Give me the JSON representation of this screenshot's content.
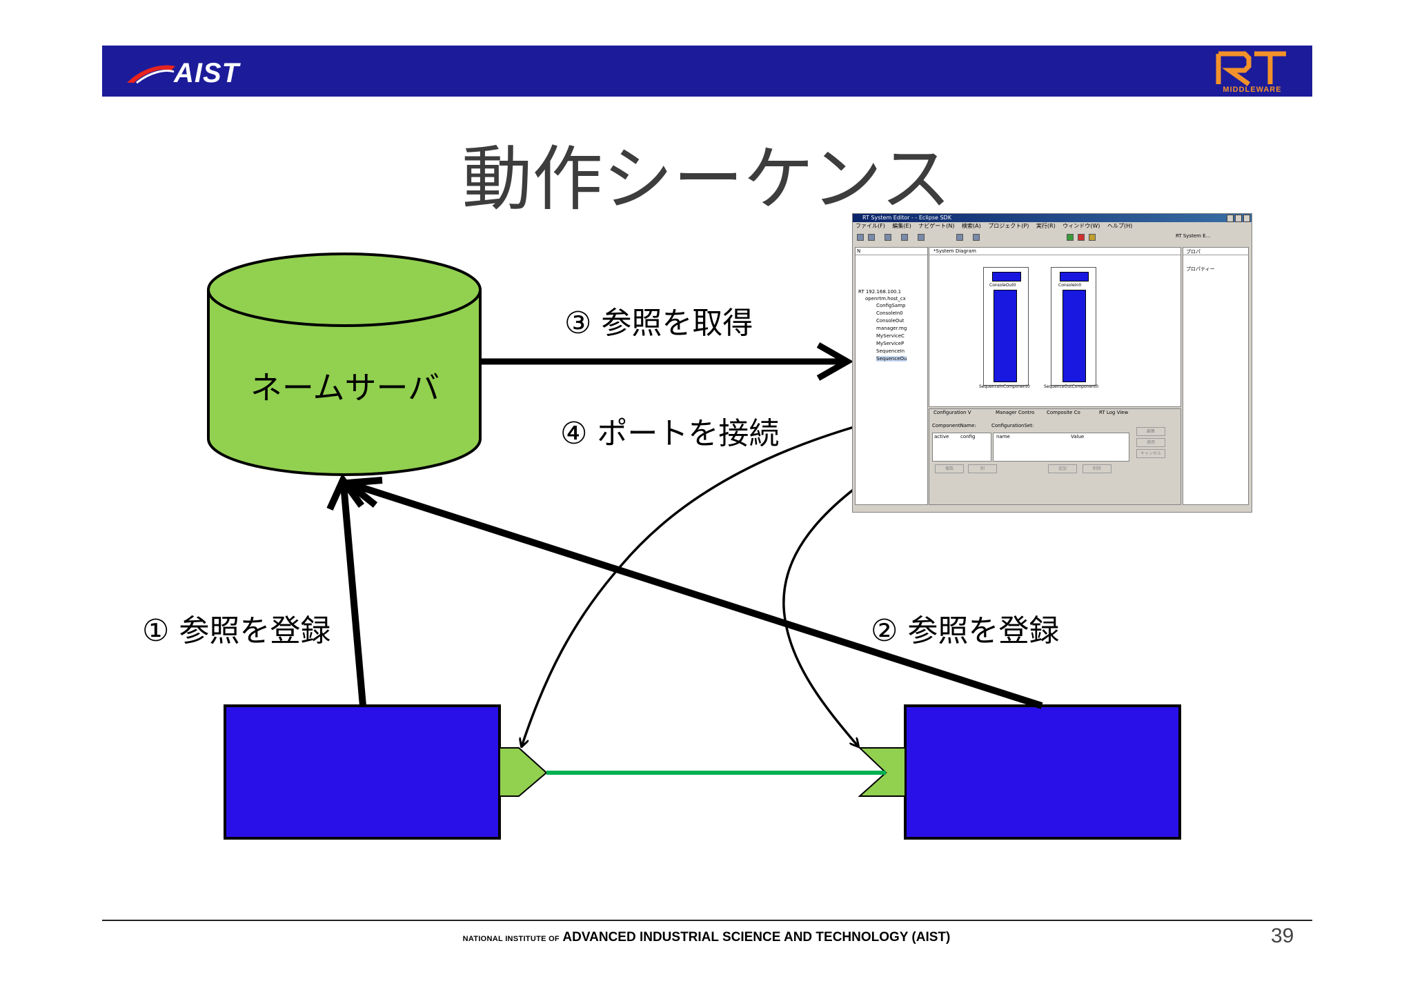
{
  "header": {
    "logo_text": "AIST",
    "rt_logo_text": "RT",
    "rt_logo_sub": "MIDDLEWARE",
    "banner_color": "#1c1c9a"
  },
  "title": "動作シーケンス",
  "nodes": {
    "name_server": "ネームサーバ",
    "db_color": "#92d050",
    "component_color": "#2a10e8",
    "port_color": "#92d050",
    "connection_color": "#00b050"
  },
  "steps": {
    "step1": "① 参照を登録",
    "step2": "② 参照を登録",
    "step3": "③ 参照を取得",
    "step4": "④ ポートを接続"
  },
  "eclipse": {
    "title": "RT System Editor - - Eclipse SDK",
    "menu": [
      "ファイル(F)",
      "編集(E)",
      "ナビゲート(N)",
      "検索(A)",
      "プロジェクト(P)",
      "実行(R)",
      "ウィンドウ(W)",
      "ヘルプ(H)"
    ],
    "perspective": "RT System E...",
    "left_tab": "N",
    "diagram_tab": "*System Diagram",
    "props_tab": "プロパ",
    "props_header": "プロパティー",
    "tree": [
      "RT 192.168.100.1",
      "openrtm.host_cx",
      "ConfigSamp",
      "ConsoleIn0",
      "ConsoleOut",
      "manager.mg",
      "MyServiceC",
      "MyServiceP",
      "SequenceIn",
      "SequenceOu"
    ],
    "comp1_label": "ConsoleOut0",
    "comp2_label": "ConsoleIn0",
    "comp1_bottom": "SequenceInComponent0",
    "comp2_bottom": "SequenceOutComponent0",
    "bottom_tabs": [
      "Configuration V",
      "Manager Contro",
      "Composite Co",
      "RT Log View"
    ],
    "component_name_label": "ComponentName:",
    "config_set_label": "ConfigurationSet:",
    "table_headers": [
      "active",
      "config",
      "name",
      "Value"
    ],
    "buttons": [
      "編集",
      "適用",
      "キャンセル",
      "複製",
      "削",
      "追加",
      "削除"
    ]
  },
  "footer": {
    "small": "NATIONAL INSTITUTE OF",
    "big": "ADVANCED INDUSTRIAL SCIENCE AND TECHNOLOGY (AIST)",
    "page_number": "39"
  }
}
